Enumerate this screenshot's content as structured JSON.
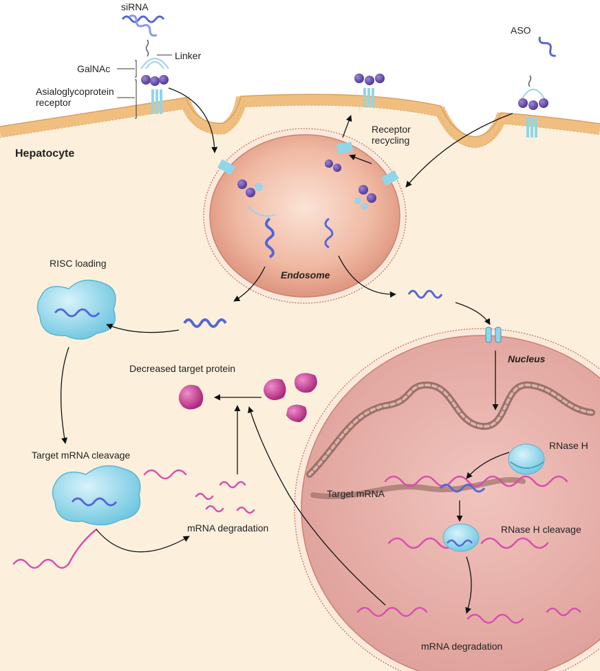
{
  "labels": {
    "sirna": "siRNA",
    "linker": "Linker",
    "galnac": "GalNAc",
    "asgpr": "Asialoglycoprotein\nreceptor",
    "aso": "ASO",
    "hepatocyte": "Hepatocyte",
    "receptor_recycling": "Receptor\nrecycling",
    "endosome": "Endosome",
    "risc_loading": "RISC loading",
    "nucleus": "Nucleus",
    "decreased_target_protein": "Decreased target protein",
    "target_mrna_cleavage": "Target mRNA cleavage",
    "rnase_h": "RNase H",
    "target_mrna": "Target mRNA",
    "rnase_h_cleavage": "RNase H cleavage",
    "mrna_degradation_cytoplasm": "mRNA degradation",
    "mrna_degradation_nucleus": "mRNA degradation"
  },
  "colors": {
    "cytoplasm": "#fcf0dc",
    "membrane": "#f3c68c",
    "endosome": "#d99a86",
    "nucleus": "#e4aaa4",
    "rna_blue": "#5566d8",
    "mrna_pink": "#d84fae",
    "risc": "#8fd6ea",
    "galnac_purple": "#6a4fa8",
    "protein_magenta": "#c42f8c",
    "dna_brown": "#a88078"
  },
  "icons": [
    "sirna-helix",
    "aso-strand",
    "galnac-cluster",
    "asgpr-receptor",
    "risc-complex",
    "rnase-h-enzyme",
    "nuclear-pore",
    "protein-blob",
    "dna-chromatin"
  ]
}
